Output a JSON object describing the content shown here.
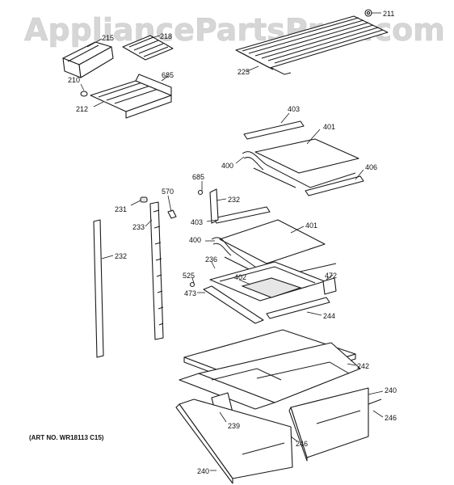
{
  "watermark": "AppliancePartsPros.com",
  "art_number": "(ART NO. WR18113 C15)",
  "callouts": {
    "c211": "211",
    "c215": "215",
    "c218": "218",
    "c210": "210",
    "c685a": "685",
    "c212": "212",
    "c225": "225",
    "c403a": "403",
    "c401a": "401",
    "c400a": "400",
    "c406": "406",
    "c685b": "685",
    "c232a": "232",
    "c570": "570",
    "c231": "231",
    "c233": "233",
    "c403b": "403",
    "c401b": "401",
    "c400b": "400",
    "c232b": "232",
    "c236": "236",
    "c525": "525",
    "c402": "402",
    "c472": "472",
    "c473": "473",
    "c244": "244",
    "c242": "242",
    "c240a": "240",
    "c246a": "246",
    "c239": "239",
    "c246b": "246",
    "c240b": "240"
  }
}
